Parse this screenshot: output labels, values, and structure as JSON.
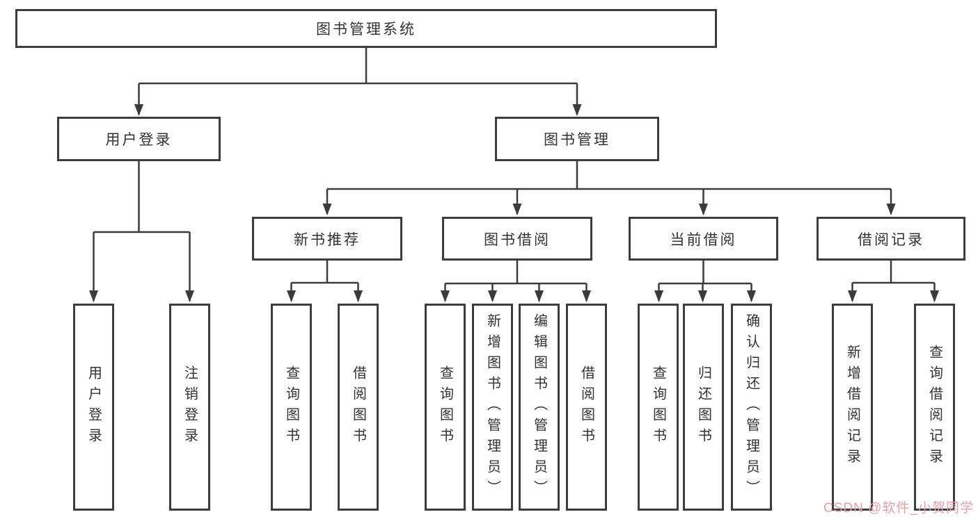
{
  "diagram": {
    "root": {
      "label": "图书管理系统"
    },
    "branches": [
      {
        "label": "用户登录",
        "children": [
          {
            "label": "用户登录"
          },
          {
            "label": "注销登录"
          }
        ]
      },
      {
        "label": "图书管理",
        "children": [
          {
            "label": "新书推荐",
            "children": [
              {
                "label": "查询图书"
              },
              {
                "label": "借阅图书"
              }
            ]
          },
          {
            "label": "图书借阅",
            "children": [
              {
                "label": "查询图书"
              },
              {
                "label": "新增图书（管理员）"
              },
              {
                "label": "编辑图书（管理员）"
              },
              {
                "label": "借阅图书"
              }
            ]
          },
          {
            "label": "当前借阅",
            "children": [
              {
                "label": "查询图书"
              },
              {
                "label": "归还图书"
              },
              {
                "label": "确认归还（管理员）"
              }
            ]
          },
          {
            "label": "借阅记录",
            "children": [
              {
                "label": "新增借阅记录"
              },
              {
                "label": "查询借阅记录"
              }
            ]
          }
        ]
      }
    ]
  },
  "watermark": {
    "text": "CSDN @软件_小贺同学"
  },
  "colors": {
    "line": "#3b3b3b",
    "border": "#3d3d3d",
    "text": "#333333",
    "watermark": "#eb9fa4",
    "background": "#ffffff"
  }
}
